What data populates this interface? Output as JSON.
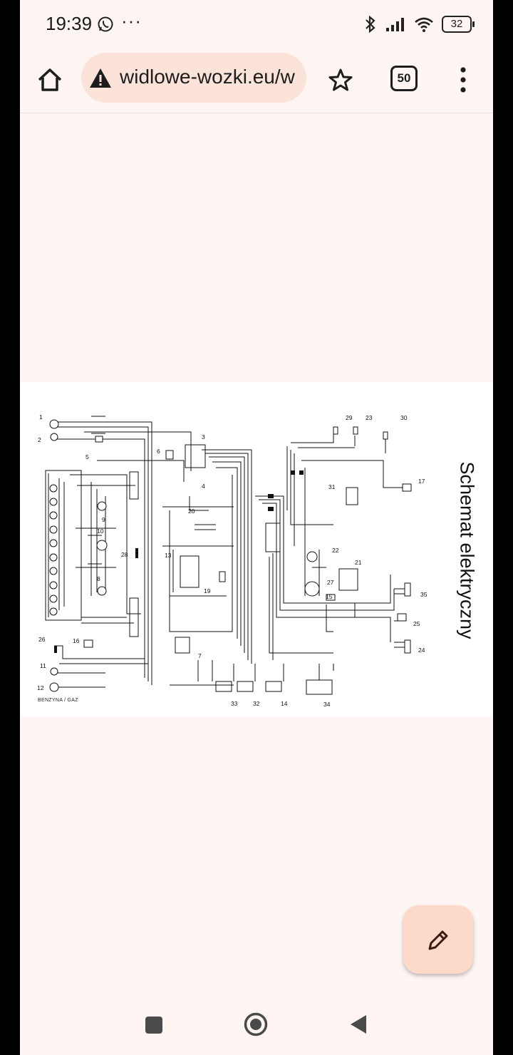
{
  "status_bar": {
    "time": "19:39",
    "more_indicator": "···",
    "battery": "32",
    "icons": [
      "whatsapp-icon",
      "bluetooth-icon",
      "signal-icon",
      "wifi-icon",
      "battery-icon"
    ]
  },
  "browser": {
    "url": "widlowe-wozki.eu/w",
    "tab_count": "50",
    "icons": [
      "home-icon",
      "not-secure-warning-icon",
      "bookmark-star-icon",
      "tab-switcher-icon",
      "overflow-menu-icon"
    ]
  },
  "figure": {
    "side_title": "Schemat elektryczny",
    "caption": "BENZYNA / GAZ",
    "labels": [
      "1",
      "2",
      "3",
      "4",
      "5",
      "6",
      "7",
      "8",
      "9",
      "10",
      "11",
      "12",
      "13",
      "14",
      "15",
      "16",
      "17",
      "19",
      "20",
      "21",
      "22",
      "23",
      "24",
      "25",
      "26",
      "27",
      "28",
      "29",
      "30",
      "31",
      "32",
      "33",
      "34",
      "35"
    ]
  },
  "fab": {
    "icon": "edit-pencil-icon"
  },
  "nav_bar": {
    "icons": [
      "recents-square-icon",
      "home-circle-icon",
      "back-triangle-icon"
    ]
  },
  "colors": {
    "background": "#fff6f3",
    "url_pill": "#fbe3d9",
    "fab": "#fcd9c8"
  }
}
